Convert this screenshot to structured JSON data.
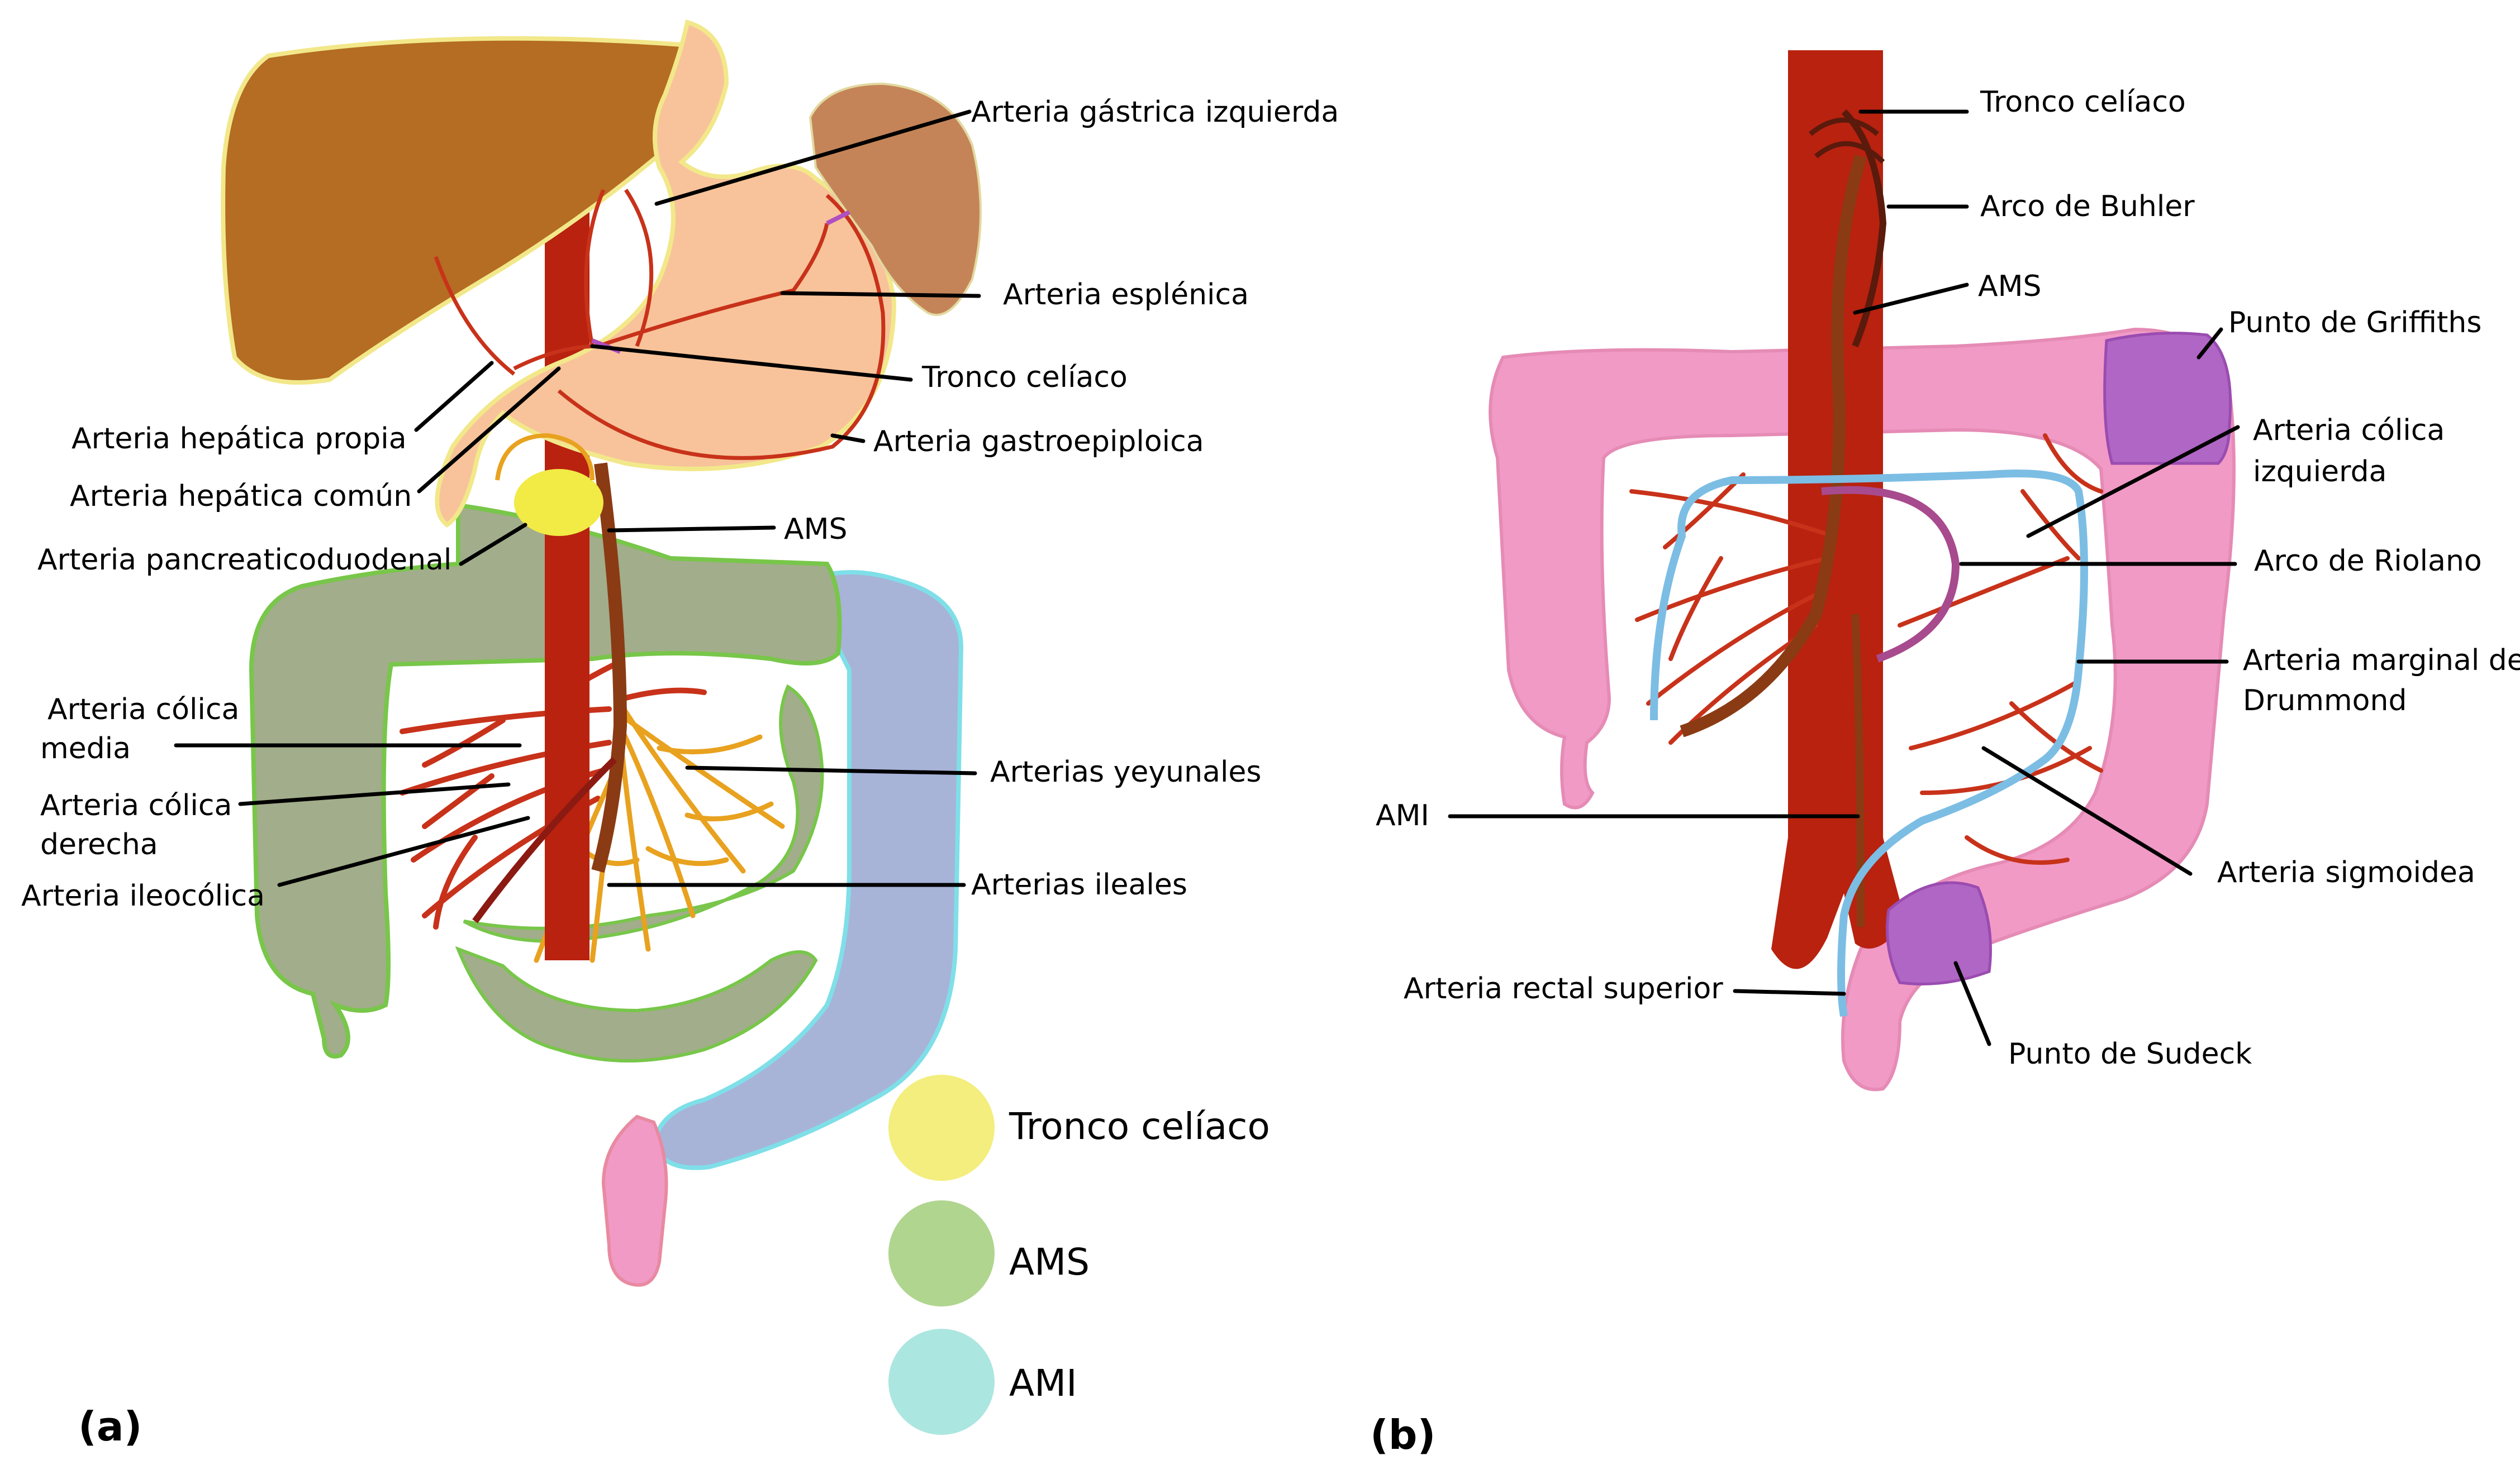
{
  "panel_a": {
    "tag": "(a)",
    "labels": [
      "Arteria gástrica izquierda",
      "Arteria esplénica",
      "Tronco celíaco",
      "Arteria gastroepiploica",
      "Arteria hepática propia",
      "Arteria hepática común",
      "Arteria pancreaticoduodenal",
      "AMS",
      "Arteria cólica",
      "media",
      "Arteria cólica",
      "derecha",
      "Arteria ileocólica",
      "Arterias yeyunales",
      "Arterias ileales"
    ],
    "legend": [
      {
        "label": "Tronco celíaco",
        "color": "#f3ee7d"
      },
      {
        "label": "AMS",
        "color": "#b0d58f"
      },
      {
        "label": "AMI",
        "color": "#ace6e0"
      }
    ]
  },
  "panel_b": {
    "tag": "(b)",
    "labels": [
      "Tronco celíaco",
      "Arco de Buhler",
      "AMS",
      "Punto de Griffiths",
      "Arteria cólica",
      "izquierda",
      "Arco de Riolano",
      "Arteria marginal de",
      "Drummond",
      "AMI",
      "Arteria sigmoidea",
      "Arteria rectal superior",
      "Punto de Sudeck"
    ]
  },
  "colors": {
    "aorta": "#b8220f",
    "artery": "#c8321a",
    "jejunal": "#e8a21f",
    "liver": "#b46d22",
    "stomach": "#f8c39a",
    "spleen": "#c58458",
    "colon_pink": "#f19ac6",
    "small_bowel": "#a2ad8b",
    "colon_blue": "#a8b3d8",
    "marginal": "#7cbde4",
    "riolan": "#a84a8e",
    "griffiths": "#b066c4",
    "pancreas": "#f2ea45"
  }
}
